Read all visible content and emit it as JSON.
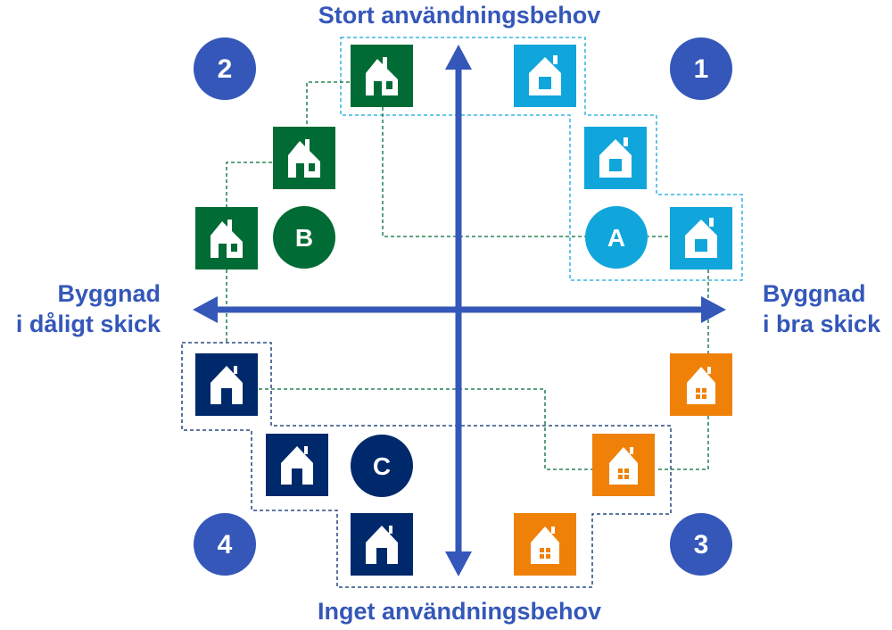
{
  "labels": {
    "top": "Stort användningsbehov",
    "bottom": "Inget användningsbehov",
    "left_line1": "Byggnad",
    "left_line2": "i dåligt skick",
    "right_line1": "Byggnad",
    "right_line2": "i bra skick"
  },
  "quadrants": {
    "q1": "1",
    "q2": "2",
    "q3": "3",
    "q4": "4"
  },
  "groups": {
    "a": "A",
    "b": "B",
    "c": "C"
  },
  "colors": {
    "axis": "#3457b9",
    "quadrant_badge": "#3457b9",
    "light_blue": "#10a6dc",
    "green": "#006b34",
    "orange": "#ef8109",
    "navy": "#00296b"
  },
  "icons": [
    "house-green-icon",
    "house-lightblue-icon",
    "house-orange-icon",
    "house-navy-icon"
  ]
}
